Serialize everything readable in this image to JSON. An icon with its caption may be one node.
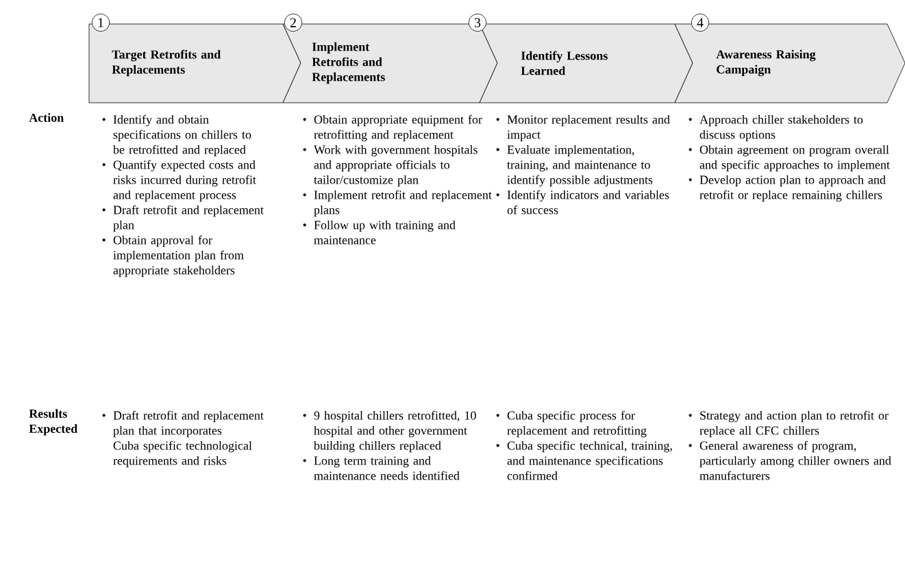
{
  "diagram": {
    "nodes": [
      {
        "text": [
          "1"
        ]
      },
      {
        "text": [
          "Target Retrofits and Replacements"
        ]
      },
      {
        "text": [
          "2"
        ]
      },
      {
        "text": [
          "Implement Retrofits and Replacements"
        ]
      },
      {
        "text": [
          "3"
        ]
      },
      {
        "text": [
          "Identify Lessons Learned"
        ]
      },
      {
        "text": [
          "4"
        ]
      },
      {
        "text": [
          "Awareness Raising Campaign"
        ]
      }
    ],
    "edges": [],
    "labels": [
      "Action",
      "Identify and obtain specifications on chillers to be retrofitted and replaced",
      "Quantify expected costs and risks incurred during retrofit and replacement process",
      "Draft retrofit and replacement plan",
      "Obtain approval for implementation plan from appropriate stakeholders",
      "Obtain appropriate equipment for retrofitting and replacement",
      "Work with government hospitals and appropriate officials to tailor/customize plan",
      "Implement retrofit and replacement plans",
      "Follow up with training and maintenance",
      "Monitor replacement results and impact",
      "Evaluate implementation, training, and maintenance to identify possible adjustments",
      "Identify indicators and variables of success",
      "Approach chiller stakeholders to discuss options",
      "Obtain agreement on program overall and specific approaches to implement",
      "Develop action plan to approach and retrofit or replace remaining chillers",
      "Results Expected",
      "Draft retrofit and replacement plan that incorporates Cuba specific technological requirements and risks",
      "9 hospital chillers retrofitted, 10 hospital and other government building chillers replaced",
      "Long term training and maintenance needs identified",
      "Cuba specific process for replacement and retrofitting",
      "Cuba specific technical, training, and maintenance specifications confirmed",
      "Strategy and action plan to retrofit or replace all CFC chillers",
      "General awareness of program, particularly among chiller owners and manufacturers"
    ]
  }
}
